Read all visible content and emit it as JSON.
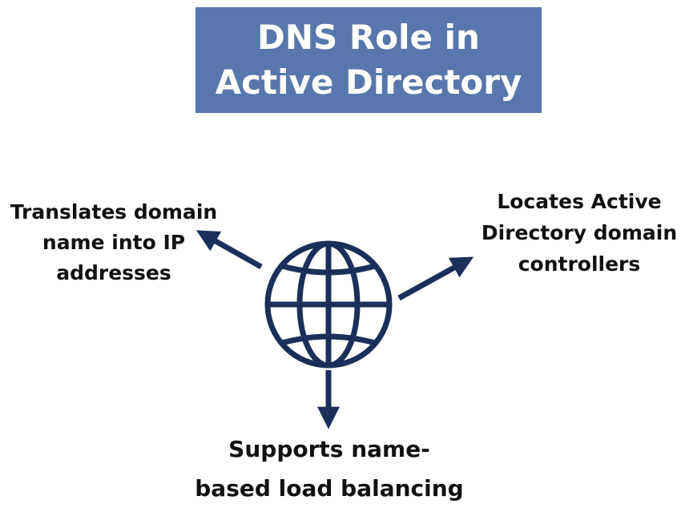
{
  "title": {
    "line1": "DNS Role in",
    "line2": "Active Directory",
    "background_color": "#5877ac"
  },
  "center": {
    "icon": "globe-icon",
    "color": "#1b2f5a"
  },
  "roles": {
    "left": {
      "line1": "Translates domain",
      "line2": "name into IP",
      "line3": "addresses"
    },
    "right": {
      "line1": "Locates Active",
      "line2": "Directory domain",
      "line3": "controllers"
    },
    "bottom": {
      "line1": "Supports name-",
      "line2": "based load balancing"
    }
  }
}
